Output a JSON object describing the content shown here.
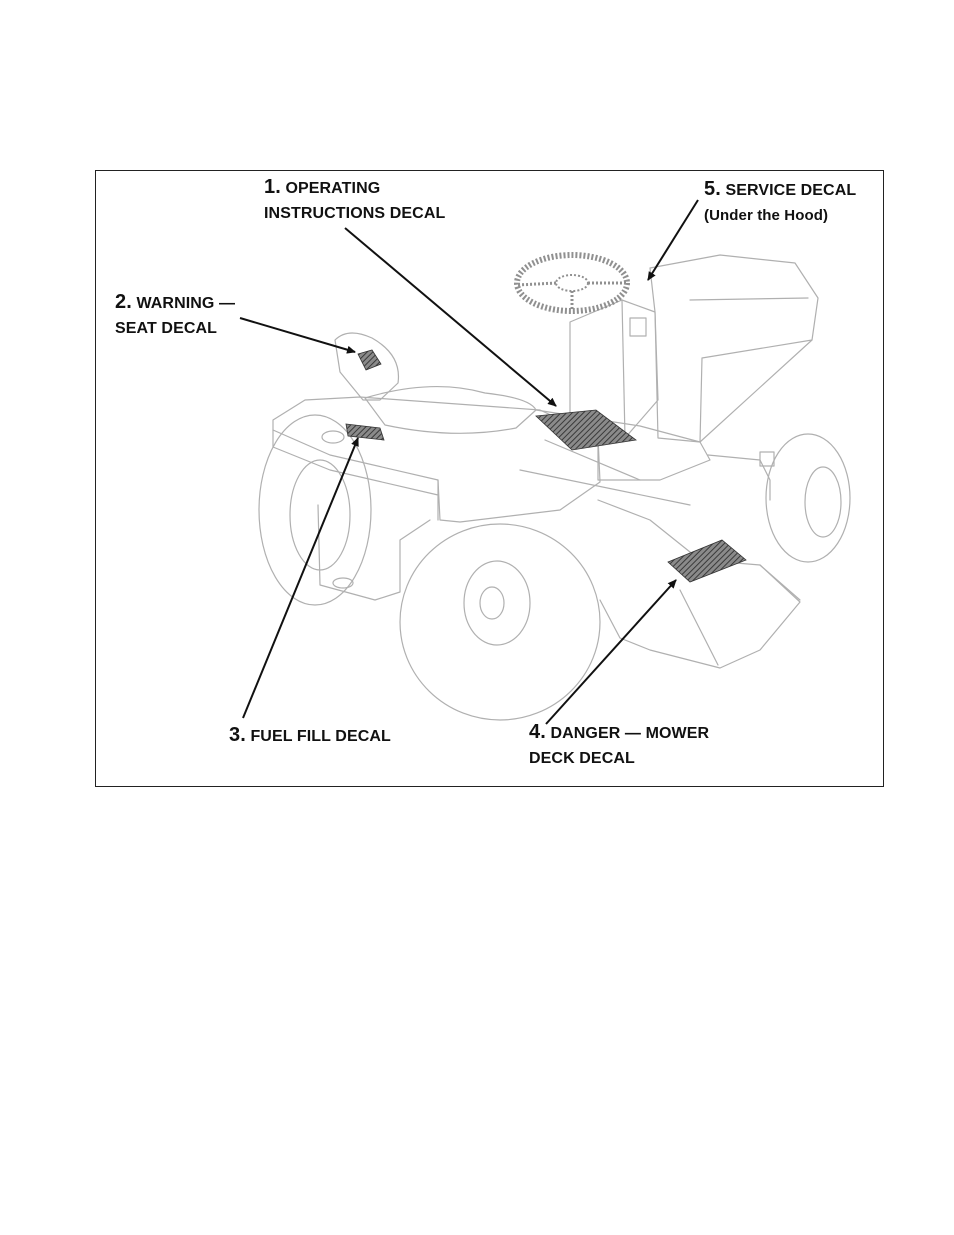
{
  "figure": {
    "labels": [
      {
        "number": "1.",
        "line1": "OPERATING",
        "line2": "INSTRUCTIONS DECAL"
      },
      {
        "number": "2.",
        "line1": "WARNING —",
        "line2": "SEAT DECAL"
      },
      {
        "number": "3.",
        "line1": "FUEL FILL DECAL",
        "line2": ""
      },
      {
        "number": "4.",
        "line1": "DANGER — MOWER",
        "line2": "DECK DECAL"
      },
      {
        "number": "5.",
        "line1": "SERVICE DECAL",
        "line2": "(Under the Hood)"
      }
    ]
  },
  "colors": {
    "outline": "#b0b0b0",
    "decal": "#555555",
    "ink": "#111111"
  }
}
